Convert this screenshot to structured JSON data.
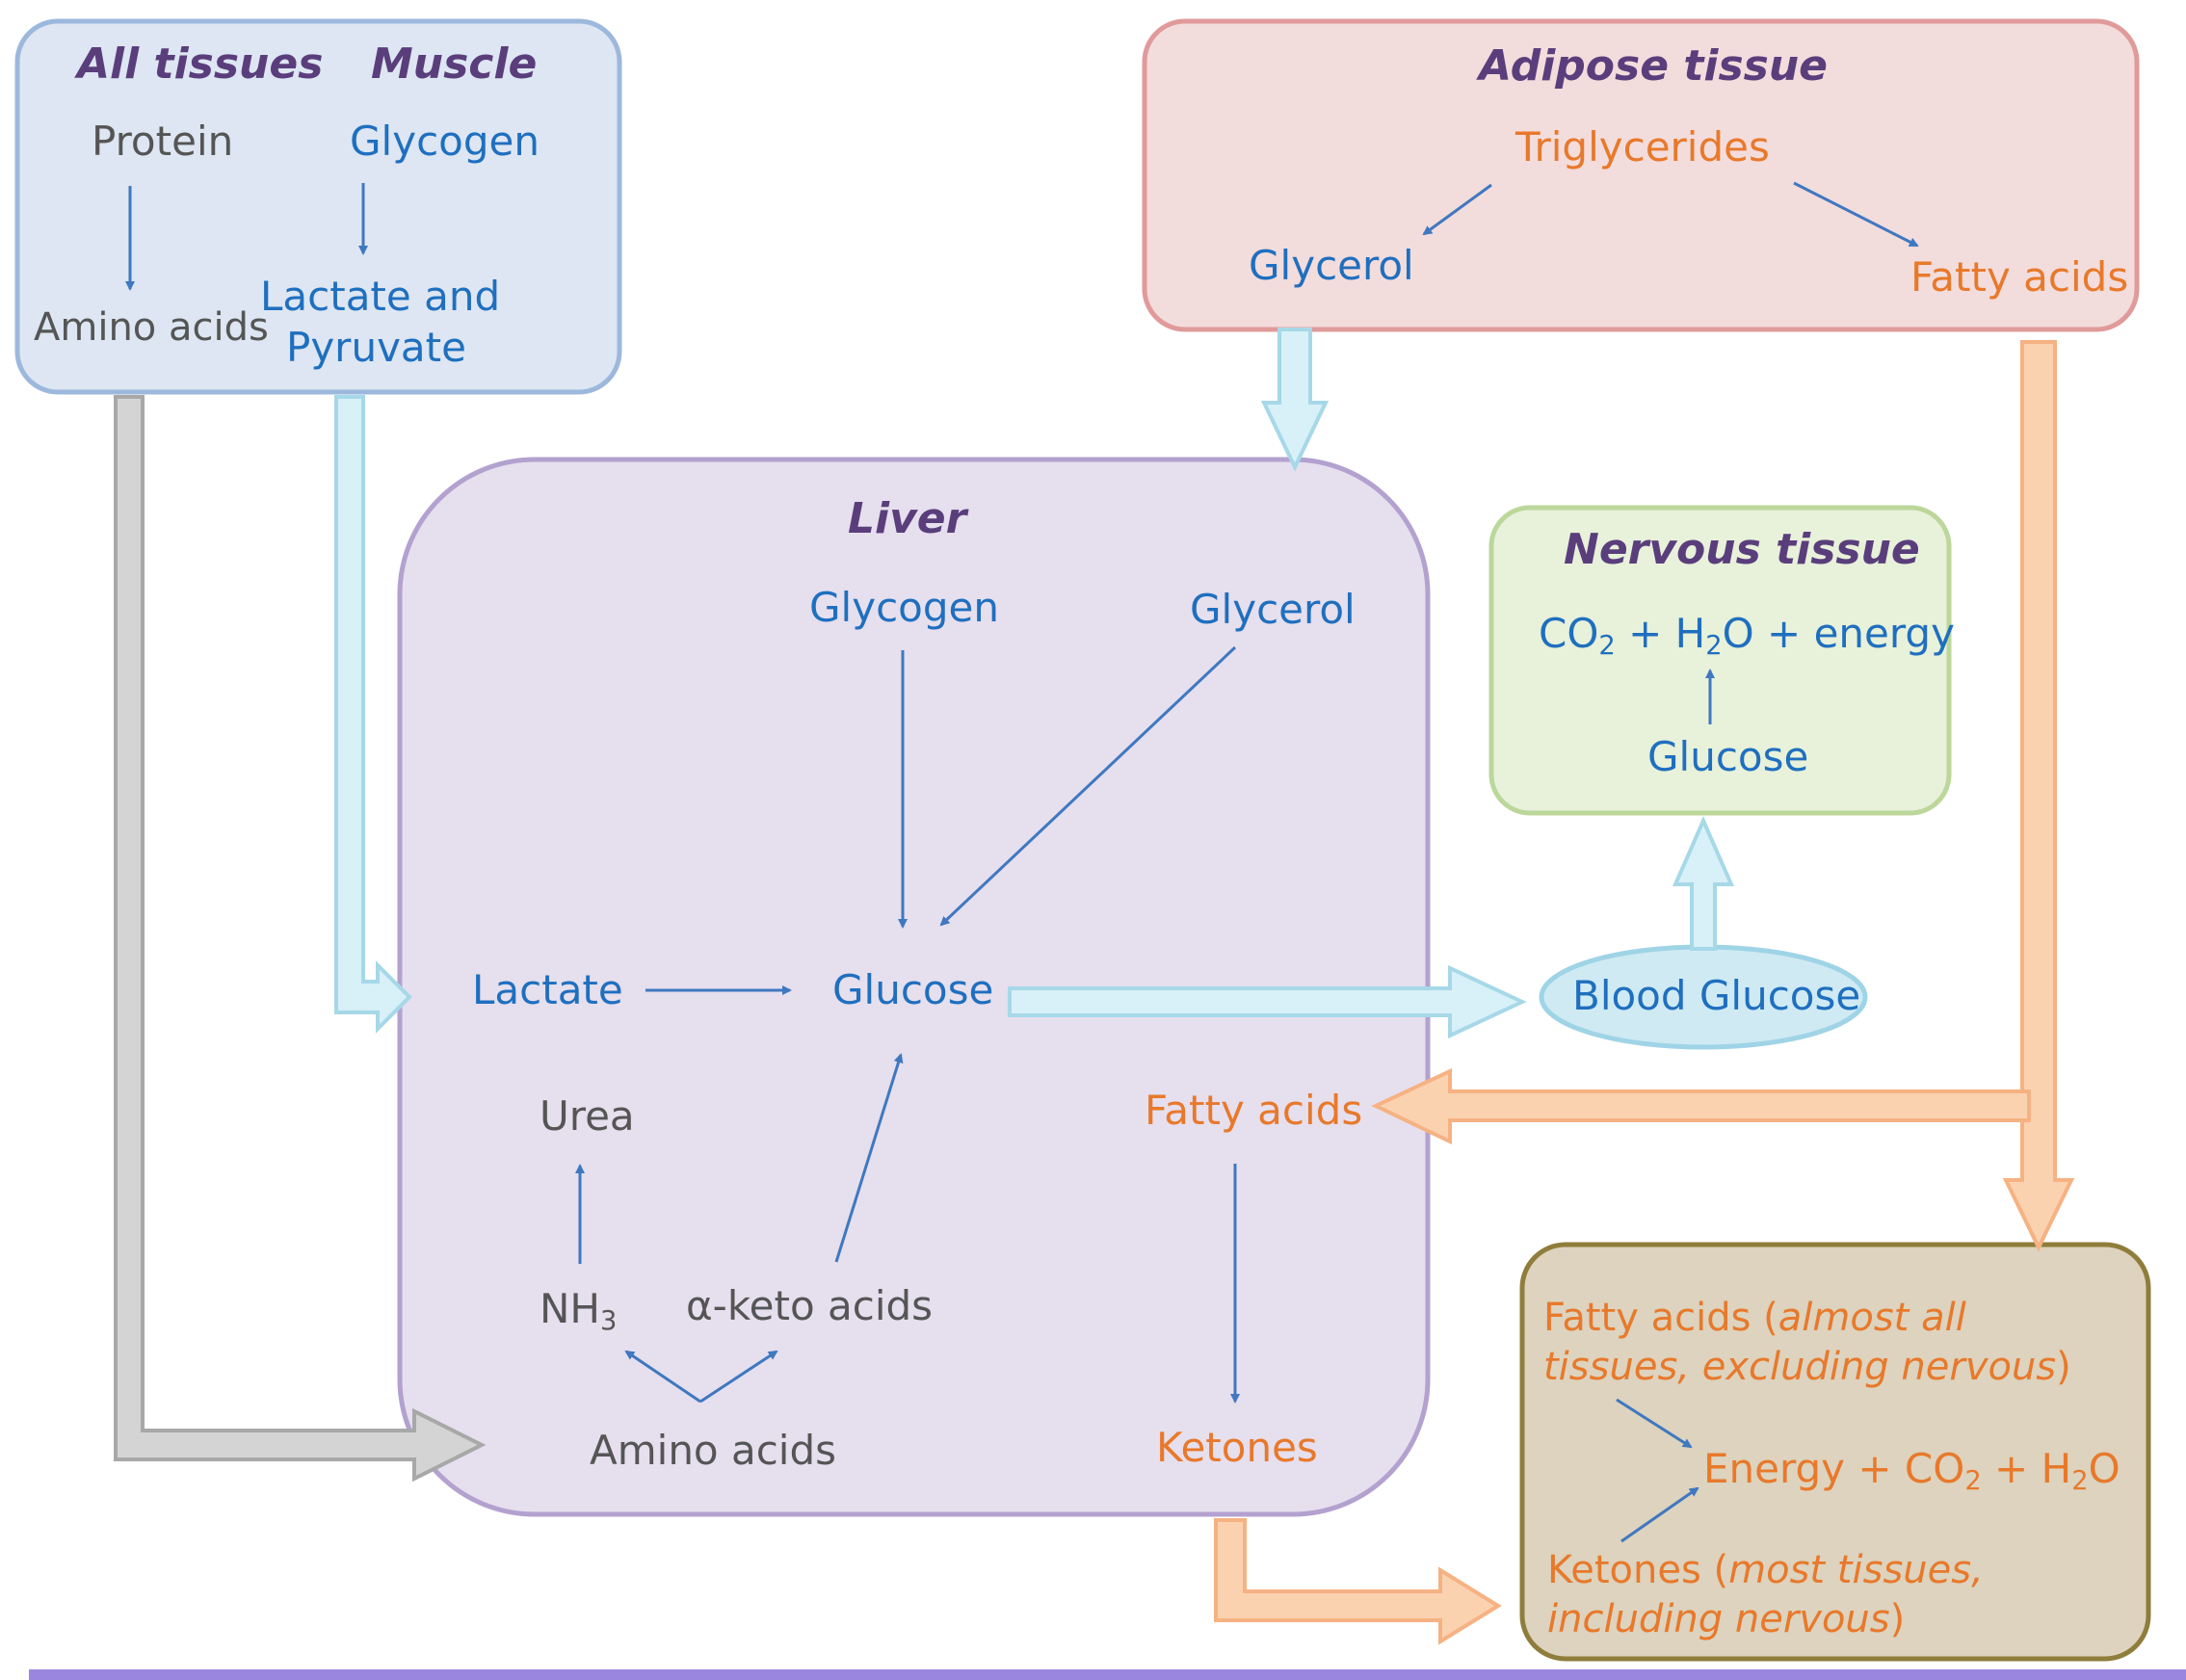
{
  "colors": {
    "blue_box": "#dde6f2",
    "blue_border": "#9db8dd",
    "liver_box": "#e6dfee",
    "liver_border": "#b3a1cf",
    "adipose_box": "#f3dcdc",
    "adipose_border": "#e09a9a",
    "nervous_box": "#e8f1da",
    "nervous_border": "#bcd79a",
    "energy_box": "#ddd3be",
    "energy_border": "#8f7d3b",
    "blue_text": "#1f6fbf",
    "orange_text": "#e8792b",
    "title_text": "#5a3e7c",
    "grey_arrow": "#bfbfbf",
    "lightblue_arrow": "#cfeaf3",
    "orange_arrow": "#f9c79c",
    "bottom_bar": "#9a86de"
  },
  "tissues_box": {
    "all_tissues_title": "All tissues",
    "muscle_title": "Muscle",
    "protein": "Protein",
    "glycogen": "Glycogen",
    "amino_acids": "Amino acids",
    "lactate_and": "Lactate and",
    "pyruvate": "Pyruvate"
  },
  "adipose_box": {
    "title": "Adipose tissue",
    "triglycerides": "Triglycerides",
    "glycerol": "Glycerol",
    "fatty_acids": "Fatty acids"
  },
  "liver_box": {
    "title": "Liver",
    "glycogen": "Glycogen",
    "glycerol": "Glycerol",
    "lactate": "Lactate",
    "glucose": "Glucose",
    "urea": "Urea",
    "nh": "NH",
    "nh_sub": "3",
    "keto_acids": "α-keto acids",
    "amino_acids": "Amino acids",
    "fatty_acids": "Fatty acids",
    "ketones": "Ketones"
  },
  "nervous_box": {
    "title": "Nervous tissue",
    "co": "CO",
    "sub2a": "2",
    "plus_h": " + H",
    "sub2b": "2",
    "o_energy": "O + energy",
    "glucose": "Glucose"
  },
  "blood_glucose": "Blood Glucose",
  "energy_box": {
    "fatty_acids": "Fatty acids (",
    "fatty_note": "almost all tissues, excluding nervous",
    "fatty_close": ")",
    "energy_a": "Energy + CO",
    "sub2a": "2",
    "energy_b": " + H",
    "sub2b": "2",
    "energy_c": "O",
    "ketones": "Ketones (",
    "ketones_note": "most tissues, including nervous",
    "ketones_close": ")"
  }
}
